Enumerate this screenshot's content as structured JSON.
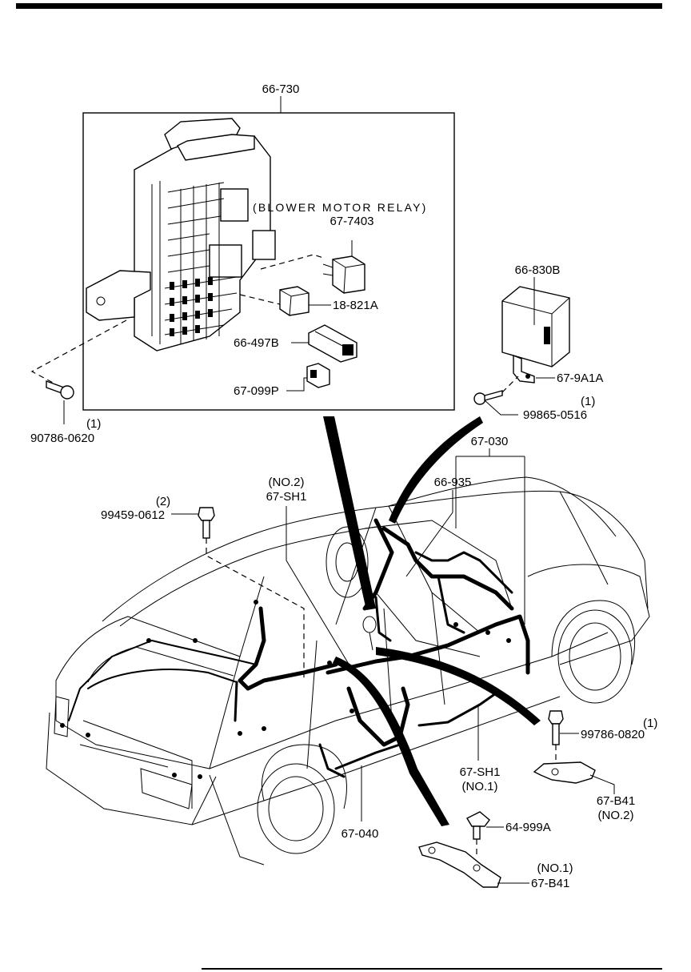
{
  "diagram": {
    "labels": {
      "fuse_box": "66-730",
      "blower_motor_relay_note": "(BLOWER MOTOR RELAY)",
      "relay_7403": "67-7403",
      "relay_18821a": "18-821A",
      "part_66497b": "66-497B",
      "part_67099p": "67-099P",
      "screw_90786": "90786-0620",
      "screw_90786_qty": "(1)",
      "module_66830b": "66-830B",
      "bracket_679a1a": "67-9A1A",
      "screw_99865": "99865-0516",
      "screw_99865_qty": "(1)",
      "harness_67030": "67-030",
      "harness_66935": "66-935",
      "shield_no2_tag": "(NO.2)",
      "shield_67sh1_upper": "67-SH1",
      "bolt_99459_qty": "(2)",
      "bolt_99459": "99459-0612",
      "bolt_99786_qty": "(1)",
      "bolt_99786": "99786-0820",
      "shield_67sh1_lower": "67-SH1",
      "shield_no1_tag": "(NO.1)",
      "bracket_67b41_upper": "67-B41",
      "bracket_no2_tag": "(NO.2)",
      "harness_67040": "67-040",
      "clip_64999a": "64-999A",
      "bracket_no1_tag": "(NO.1)",
      "bracket_67b41_lower": "67-B41"
    }
  }
}
